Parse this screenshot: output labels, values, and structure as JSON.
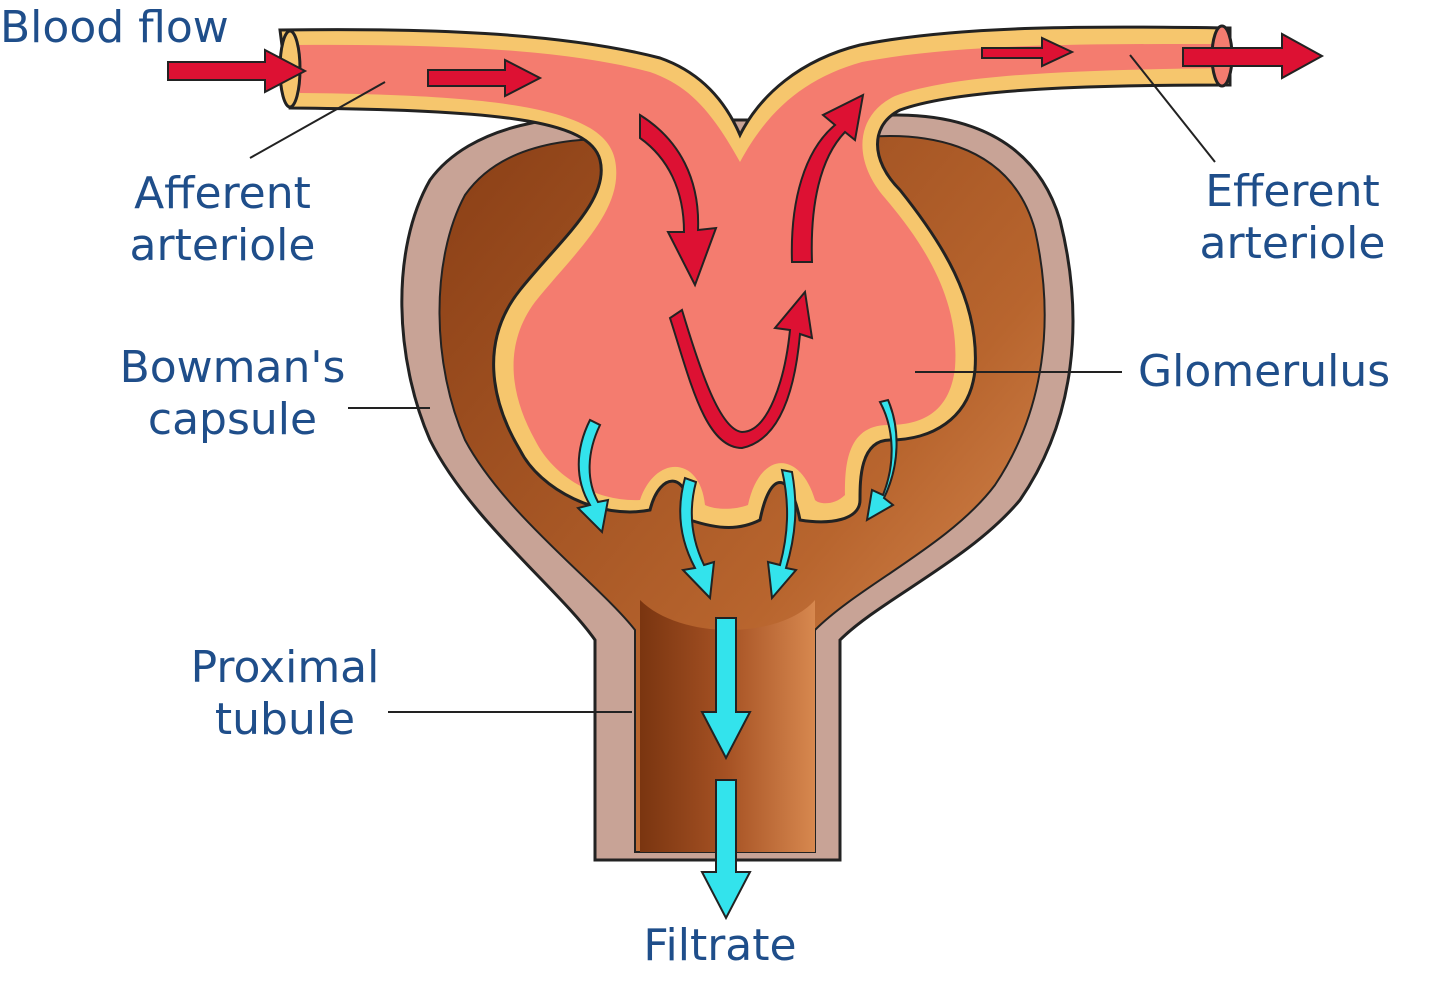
{
  "colors": {
    "label": "#1f4e8a",
    "blood": "#f57b6e",
    "vessel_wall": "#f4c77a",
    "capsule_inner": "#a0501f",
    "capsule_mid": "#d88a55",
    "capsule_outer": "#c9a89a",
    "blood_arrow": "#dd1133",
    "filtrate_arrow": "#33e3ec"
  },
  "labels": {
    "blood_flow": "Blood flow",
    "afferent_1": "Afferent",
    "afferent_2": "arteriole",
    "efferent_1": "Efferent",
    "efferent_2": "arteriole",
    "bowmans_1": "Bowman's",
    "bowmans_2": "capsule",
    "glomerulus": "Glomerulus",
    "proximal_1": "Proximal",
    "proximal_2": "tubule",
    "filtrate": "Filtrate"
  },
  "icons": {
    "blood_flow_arrows": "red-arrow-icon",
    "filtration_arrows": "cyan-arrow-icon"
  }
}
